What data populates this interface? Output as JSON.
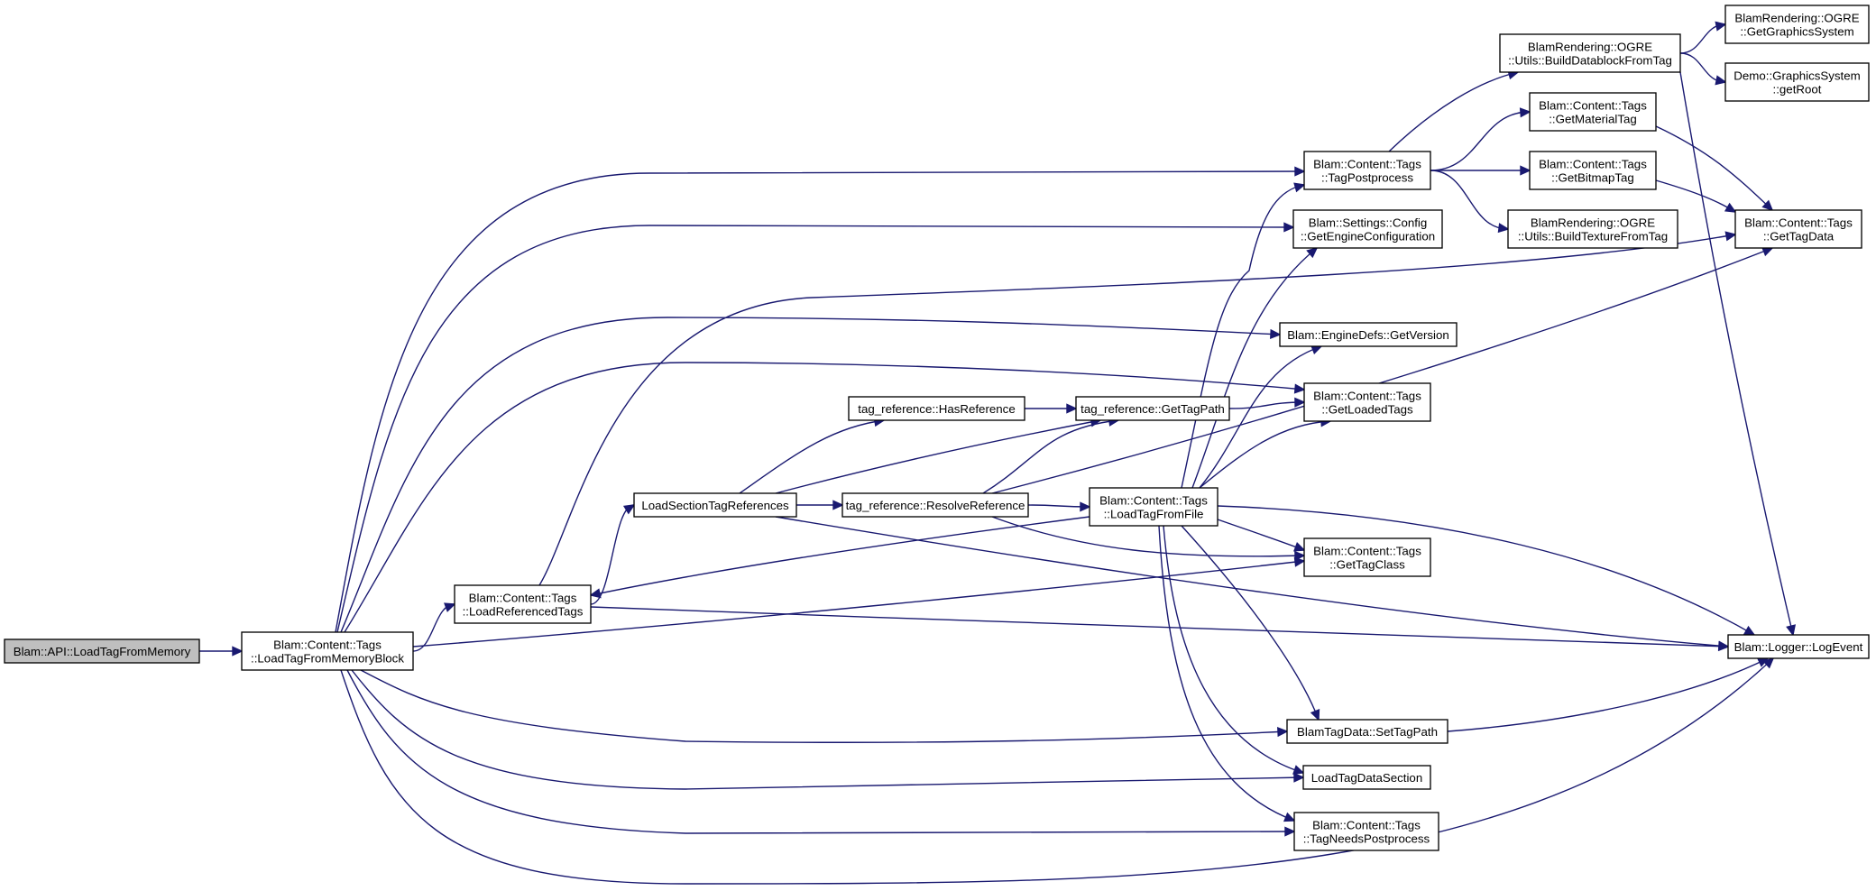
{
  "graph": {
    "type": "call-graph",
    "edge_color": "#191970",
    "root_fill": "#bfbfbf",
    "nodes": [
      {
        "id": "load_from_memory",
        "lines": [
          "Blam::API::LoadTagFromMemory"
        ],
        "root": true
      },
      {
        "id": "load_from_memory_block",
        "lines": [
          "Blam::Content::Tags",
          "::LoadTagFromMemoryBlock"
        ]
      },
      {
        "id": "load_referenced_tags",
        "lines": [
          "Blam::Content::Tags",
          "::LoadReferencedTags"
        ]
      },
      {
        "id": "load_section_tag_references",
        "lines": [
          "LoadSectionTagReferences"
        ]
      },
      {
        "id": "has_reference",
        "lines": [
          "tag_reference::HasReference"
        ]
      },
      {
        "id": "resolve_reference",
        "lines": [
          "tag_reference::ResolveReference"
        ]
      },
      {
        "id": "get_tag_path",
        "lines": [
          "tag_reference::GetTagPath"
        ]
      },
      {
        "id": "load_tag_from_file",
        "lines": [
          "Blam::Content::Tags",
          "::LoadTagFromFile"
        ]
      },
      {
        "id": "tag_postprocess",
        "lines": [
          "Blam::Content::Tags",
          "::TagPostprocess"
        ]
      },
      {
        "id": "get_engine_configuration",
        "lines": [
          "Blam::Settings::Config",
          "::GetEngineConfiguration"
        ]
      },
      {
        "id": "get_version",
        "lines": [
          "Blam::EngineDefs::GetVersion"
        ]
      },
      {
        "id": "get_loaded_tags",
        "lines": [
          "Blam::Content::Tags",
          "::GetLoadedTags"
        ]
      },
      {
        "id": "get_tag_class",
        "lines": [
          "Blam::Content::Tags",
          "::GetTagClass"
        ]
      },
      {
        "id": "set_tag_path",
        "lines": [
          "BlamTagData::SetTagPath"
        ]
      },
      {
        "id": "load_tag_data_section",
        "lines": [
          "LoadTagDataSection"
        ]
      },
      {
        "id": "tag_needs_postprocess",
        "lines": [
          "Blam::Content::Tags",
          "::TagNeedsPostprocess"
        ]
      },
      {
        "id": "build_datablock",
        "lines": [
          "BlamRendering::OGRE",
          "::Utils::BuildDatablockFromTag"
        ]
      },
      {
        "id": "get_material_tag",
        "lines": [
          "Blam::Content::Tags",
          "::GetMaterialTag"
        ]
      },
      {
        "id": "get_bitmap_tag",
        "lines": [
          "Blam::Content::Tags",
          "::GetBitmapTag"
        ]
      },
      {
        "id": "build_texture",
        "lines": [
          "BlamRendering::OGRE",
          "::Utils::BuildTextureFromTag"
        ]
      },
      {
        "id": "get_graphics_system",
        "lines": [
          "BlamRendering::OGRE",
          "::GetGraphicsSystem"
        ]
      },
      {
        "id": "get_root",
        "lines": [
          "Demo::GraphicsSystem",
          "::getRoot"
        ]
      },
      {
        "id": "get_tag_data",
        "lines": [
          "Blam::Content::Tags",
          "::GetTagData"
        ]
      },
      {
        "id": "log_event",
        "lines": [
          "Blam::Logger::LogEvent"
        ]
      }
    ],
    "edges": [
      [
        "load_from_memory",
        "load_from_memory_block"
      ],
      [
        "load_from_memory_block",
        "load_referenced_tags"
      ],
      [
        "load_from_memory_block",
        "tag_postprocess"
      ],
      [
        "load_from_memory_block",
        "get_engine_configuration"
      ],
      [
        "load_from_memory_block",
        "get_version"
      ],
      [
        "load_from_memory_block",
        "get_loaded_tags"
      ],
      [
        "load_from_memory_block",
        "get_tag_class"
      ],
      [
        "load_from_memory_block",
        "log_event"
      ],
      [
        "load_from_memory_block",
        "set_tag_path"
      ],
      [
        "load_from_memory_block",
        "load_tag_data_section"
      ],
      [
        "load_from_memory_block",
        "tag_needs_postprocess"
      ],
      [
        "load_referenced_tags",
        "load_section_tag_references"
      ],
      [
        "load_referenced_tags",
        "get_tag_data"
      ],
      [
        "load_referenced_tags",
        "log_event"
      ],
      [
        "load_section_tag_references",
        "has_reference"
      ],
      [
        "load_section_tag_references",
        "resolve_reference"
      ],
      [
        "load_section_tag_references",
        "get_tag_path"
      ],
      [
        "load_section_tag_references",
        "log_event"
      ],
      [
        "has_reference",
        "get_tag_path"
      ],
      [
        "resolve_reference",
        "get_tag_path"
      ],
      [
        "resolve_reference",
        "load_tag_from_file"
      ],
      [
        "resolve_reference",
        "get_tag_class"
      ],
      [
        "resolve_reference",
        "get_tag_data"
      ],
      [
        "get_tag_path",
        "get_loaded_tags"
      ],
      [
        "load_tag_from_file",
        "load_referenced_tags"
      ],
      [
        "load_tag_from_file",
        "tag_postprocess"
      ],
      [
        "load_tag_from_file",
        "get_engine_configuration"
      ],
      [
        "load_tag_from_file",
        "get_version"
      ],
      [
        "load_tag_from_file",
        "get_loaded_tags"
      ],
      [
        "load_tag_from_file",
        "get_tag_class"
      ],
      [
        "load_tag_from_file",
        "log_event"
      ],
      [
        "load_tag_from_file",
        "set_tag_path"
      ],
      [
        "load_tag_from_file",
        "load_tag_data_section"
      ],
      [
        "load_tag_from_file",
        "tag_needs_postprocess"
      ],
      [
        "tag_postprocess",
        "build_datablock"
      ],
      [
        "tag_postprocess",
        "get_material_tag"
      ],
      [
        "tag_postprocess",
        "get_bitmap_tag"
      ],
      [
        "tag_postprocess",
        "build_texture"
      ],
      [
        "build_datablock",
        "get_graphics_system"
      ],
      [
        "build_datablock",
        "get_root"
      ],
      [
        "build_datablock",
        "log_event"
      ],
      [
        "get_material_tag",
        "get_tag_data"
      ],
      [
        "get_bitmap_tag",
        "get_tag_data"
      ],
      [
        "set_tag_path",
        "log_event"
      ]
    ]
  }
}
